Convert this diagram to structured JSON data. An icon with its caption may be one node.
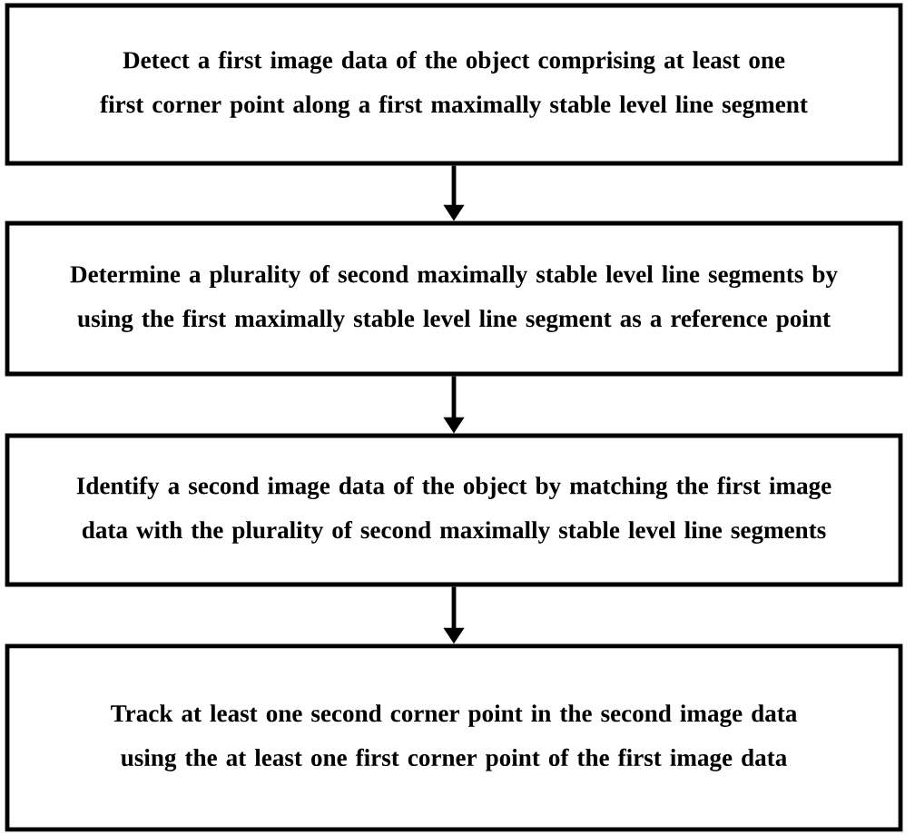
{
  "diagram": {
    "nodes": [
      {
        "text": [
          "Detect a first image data of the object comprising at least one first corner point along a first maximally stable level line segment"
        ]
      },
      {
        "text": [
          "Determine a plurality of second maximally stable level line segments by using the first maximally stable level line segment as a reference point"
        ]
      },
      {
        "text": [
          "Identify a second image data of the object by matching the first image data with the plurality of second maximally stable level line segments"
        ]
      },
      {
        "text": [
          "Track at least one second corner point in the second image data using the at least one first corner point of the first image data"
        ]
      }
    ],
    "edges": [
      {
        "from": 0,
        "to": 1,
        "arrow": "to"
      },
      {
        "from": 1,
        "to": 2,
        "arrow": "to"
      },
      {
        "from": 2,
        "to": 3,
        "arrow": "to"
      }
    ]
  }
}
